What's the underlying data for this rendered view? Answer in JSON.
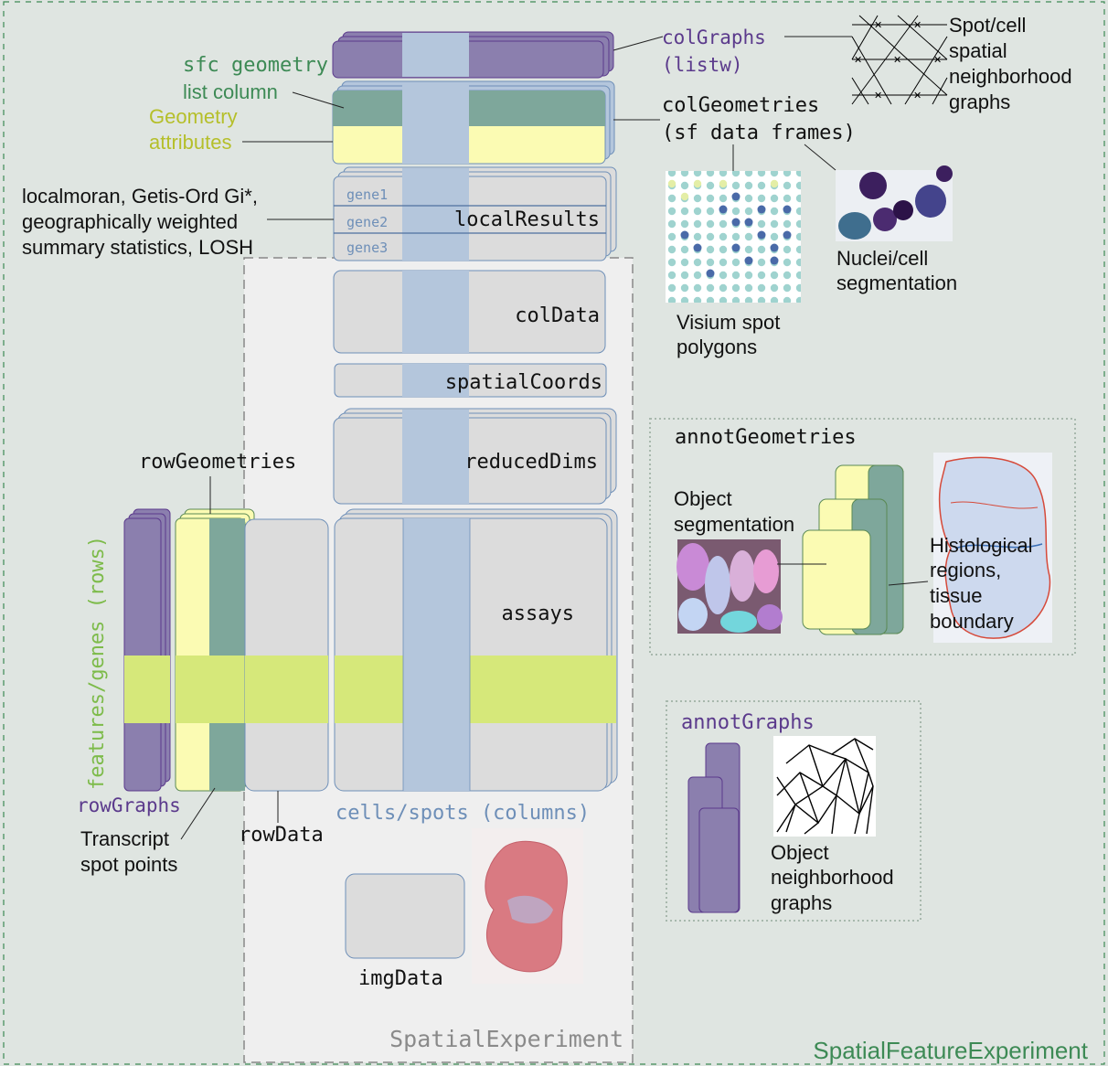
{
  "colGraphs": {
    "name": "colGraphs",
    "type": "(listw)",
    "desc": [
      "Spot/cell",
      "spatial",
      "neighborhood",
      "graphs"
    ]
  },
  "colGeometries": {
    "name": "colGeometries",
    "type": "(sf data frames)",
    "sfc_label": [
      "sfc geometry",
      "list column"
    ],
    "attr_label": [
      "Geometry",
      "attributes"
    ],
    "visium_label": [
      "Visium spot",
      "polygons"
    ],
    "nuclei_label": [
      "Nuclei/cell",
      "segmentation"
    ]
  },
  "localResults": {
    "name": "localResults",
    "genes": [
      "gene1",
      "gene2",
      "gene3"
    ],
    "desc": [
      "localmoran, Getis-Ord Gi*,",
      "geographically weighted",
      "summary statistics, LOSH"
    ]
  },
  "colData": "colData",
  "spatialCoords": "spatialCoords",
  "reducedDims": "reducedDims",
  "assays": "assays",
  "rowGeometries": {
    "name": "rowGeometries",
    "desc": [
      "Transcript",
      "spot points"
    ]
  },
  "rowGraphs": "rowGraphs",
  "rowData": "rowData",
  "features_axis": "features/genes (rows)",
  "cells_axis": "cells/spots (columns)",
  "imgData": "imgData",
  "spatialExperiment": "SpatialExperiment",
  "annotGeometries": {
    "name": "annotGeometries",
    "obj_label": [
      "Object",
      "segmentation"
    ],
    "hist_label": [
      "Histological",
      "regions,",
      "tissue",
      "boundary"
    ]
  },
  "annotGraphs": {
    "name": "annotGraphs",
    "desc": [
      "Object",
      "neighborhood",
      "graphs"
    ]
  },
  "sfe": "SpatialFeatureExperiment",
  "colors": {
    "purple": "#8b7fae",
    "teal": "#7ea79b",
    "yellow": "#fbfbb3",
    "blue": "#b4c6dc",
    "lime": "#d6e87a",
    "gray": "#dcdcdc",
    "green_text": "#3d8a55",
    "purple_text": "#5b3a8c",
    "olive_text": "#b5bf2a",
    "axis_green": "#7dbb4a",
    "axis_blue": "#6e8fb8"
  }
}
